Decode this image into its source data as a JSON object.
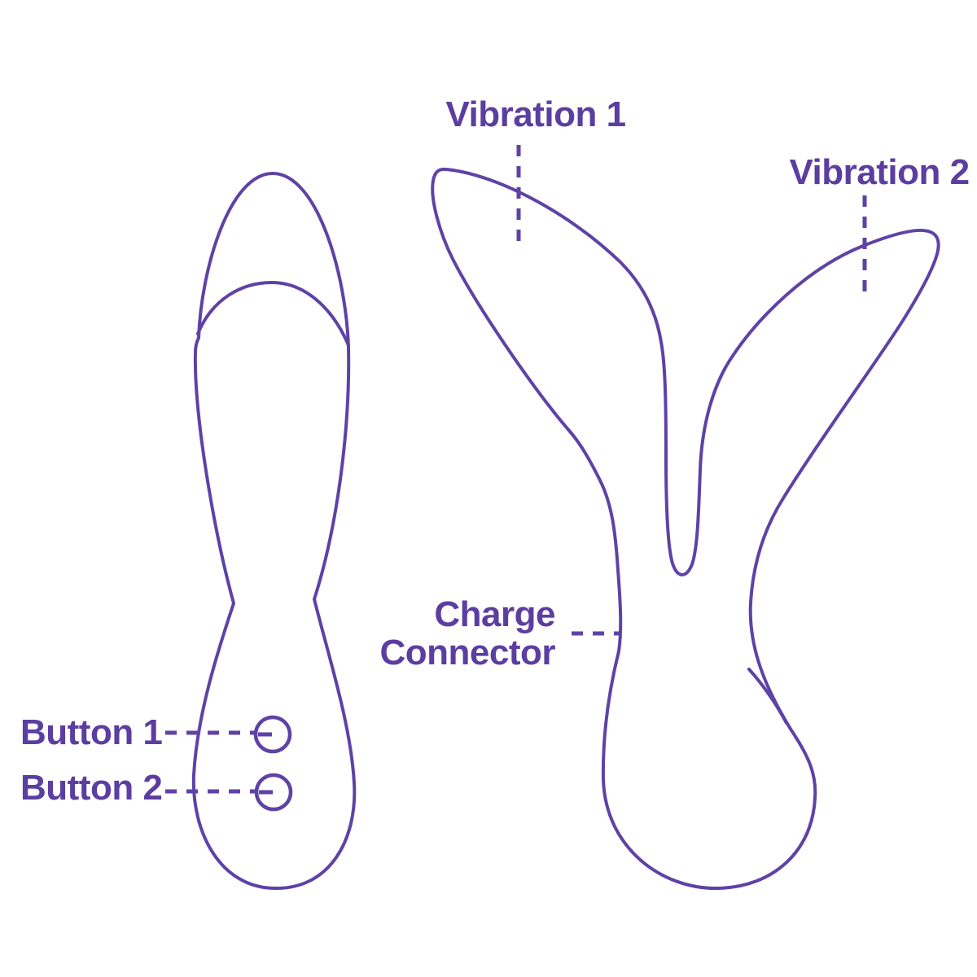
{
  "diagram": {
    "labels": {
      "vibration1": "Vibration 1",
      "vibration2": "Vibration 2",
      "charge_line1": "Charge",
      "charge_line2": "Connector",
      "button1": "Button 1",
      "button2": "Button 2"
    },
    "colors": {
      "line": "#5e42a6",
      "text": "#5c3da0",
      "background": "#ffffff"
    }
  }
}
